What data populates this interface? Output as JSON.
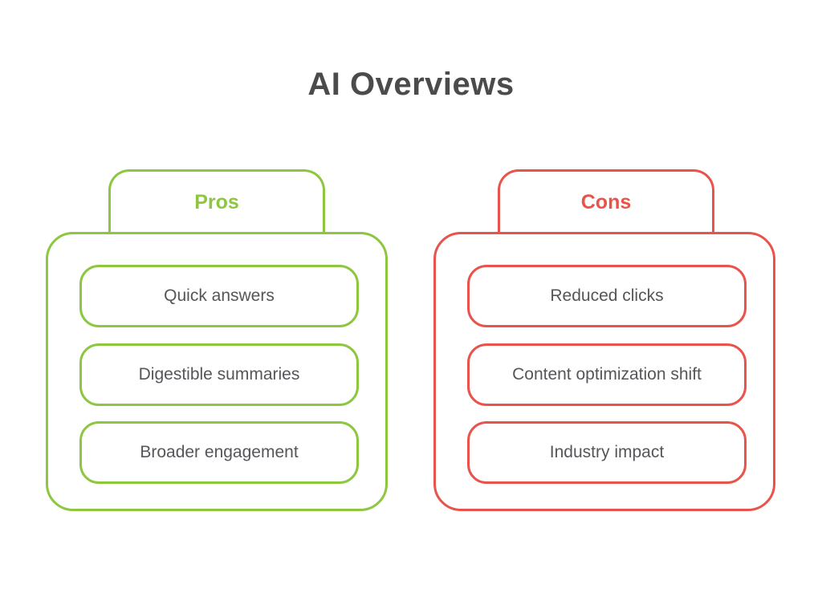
{
  "title": "AI Overviews",
  "colors": {
    "pros_accent": "#8DC63F",
    "cons_accent": "#E8534C",
    "title_text": "#4B4B4D",
    "item_text": "#55565A",
    "background": "#FFFFFF"
  },
  "columns": [
    {
      "label": "Pros",
      "items": [
        "Quick answers",
        "Digestible summaries",
        "Broader engagement"
      ]
    },
    {
      "label": "Cons",
      "items": [
        "Reduced clicks",
        "Content optimization shift",
        "Industry impact"
      ]
    }
  ]
}
